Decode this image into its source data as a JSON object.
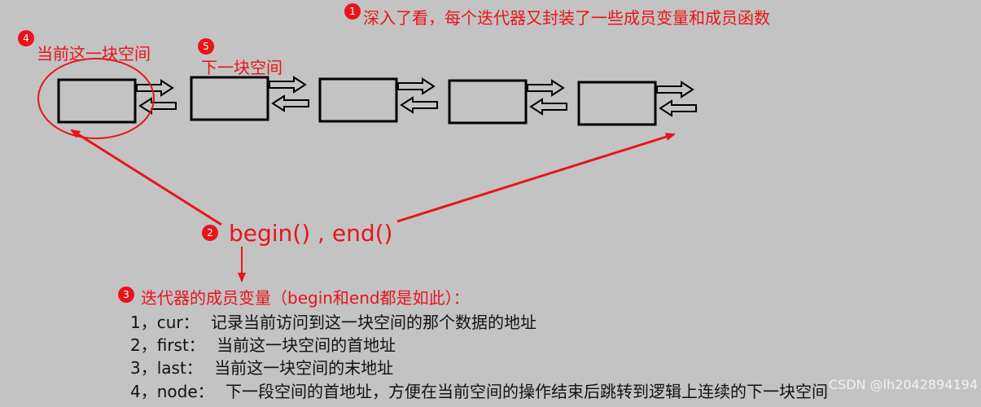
{
  "title_text": "深入了看，每个迭代器又封装了一些成员变量和成员函数",
  "label_current": "当前这一块空间",
  "label_next": "下一块空间",
  "begin_end": "begin()  , end()",
  "members_title": "迭代器的成员变量（begin和end都是如此）：",
  "members": [
    {
      "label": "1，cur：",
      "desc": "记录当前访问到这一块空间的那个数据的地址"
    },
    {
      "label": "2，first：",
      "desc": "当前这一块空间的首地址"
    },
    {
      "label": "3，last：",
      "desc": "当前这一块空间的末地址"
    },
    {
      "label": "4，node：",
      "desc": "下一段空间的首地址，方便在当前空间的操作结束后跳转到逻辑上连续的下一块空间"
    }
  ],
  "badges": [
    "1",
    "2",
    "3",
    "4",
    "5"
  ],
  "watermark": "CSDN @lh2042894194",
  "colors": {
    "annotation": "#e8141b",
    "background": "#c3c3c3",
    "box": "#000000"
  }
}
